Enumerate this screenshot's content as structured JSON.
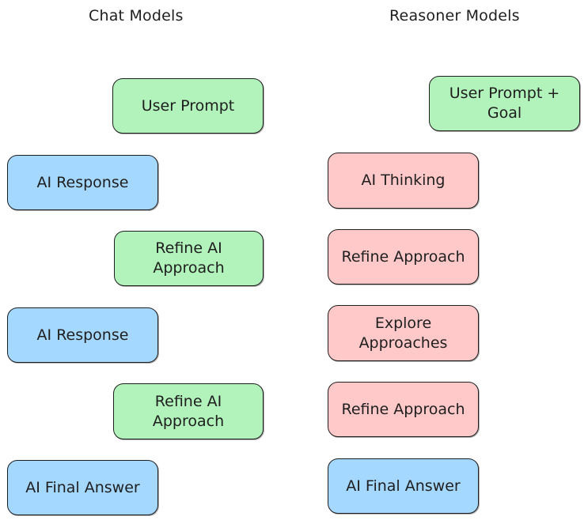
{
  "colors": {
    "user_prompt": "#b2f2bb",
    "ai_response": "#a5d8ff",
    "reasoning": "#ffc9c9",
    "stroke": "#1e1e1e",
    "background": "#ffffff"
  },
  "chat_models": {
    "title": "Chat Models",
    "boxes": [
      {
        "label": "User Prompt",
        "kind": "user_prompt"
      },
      {
        "label": "AI Response",
        "kind": "ai_response"
      },
      {
        "label": "Refine AI\nApproach",
        "kind": "user_prompt"
      },
      {
        "label": "AI Response",
        "kind": "ai_response"
      },
      {
        "label": "Refine AI\nApproach",
        "kind": "user_prompt"
      },
      {
        "label": "AI Final Answer",
        "kind": "ai_response"
      }
    ]
  },
  "reasoner_models": {
    "title": "Reasoner Models",
    "boxes": [
      {
        "label": "User Prompt +\nGoal",
        "kind": "user_prompt"
      },
      {
        "label": "AI Thinking",
        "kind": "reasoning"
      },
      {
        "label": "Refine Approach",
        "kind": "reasoning"
      },
      {
        "label": "Explore\nApproaches",
        "kind": "reasoning"
      },
      {
        "label": "Refine Approach",
        "kind": "reasoning"
      },
      {
        "label": "AI Final Answer",
        "kind": "ai_response"
      }
    ]
  }
}
